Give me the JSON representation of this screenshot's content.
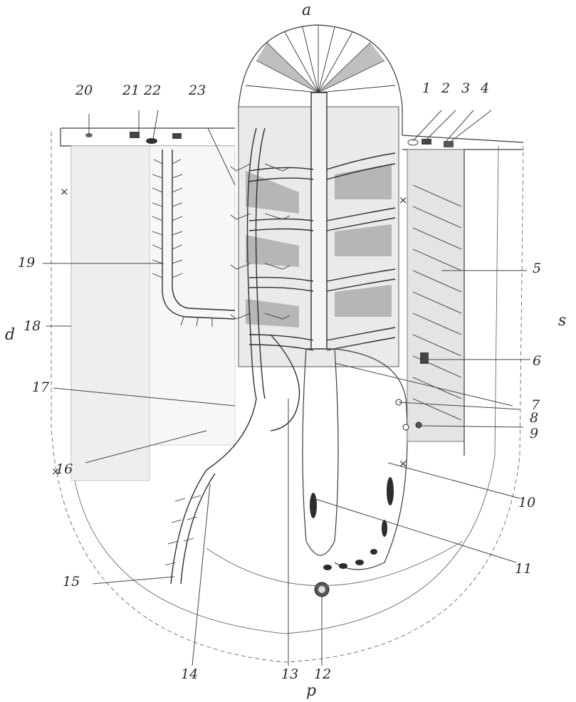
{
  "figure": {
    "orientation_labels": {
      "top": "a",
      "bottom": "p",
      "left": "d",
      "right": "s"
    },
    "numbers": [
      "1",
      "2",
      "3",
      "4",
      "5",
      "6",
      "7",
      "8",
      "9",
      "10",
      "11",
      "12",
      "13",
      "14",
      "15",
      "16",
      "17",
      "18",
      "19",
      "20",
      "21",
      "22",
      "23"
    ],
    "x_marks": [
      "×",
      "×",
      "×",
      "×"
    ]
  }
}
